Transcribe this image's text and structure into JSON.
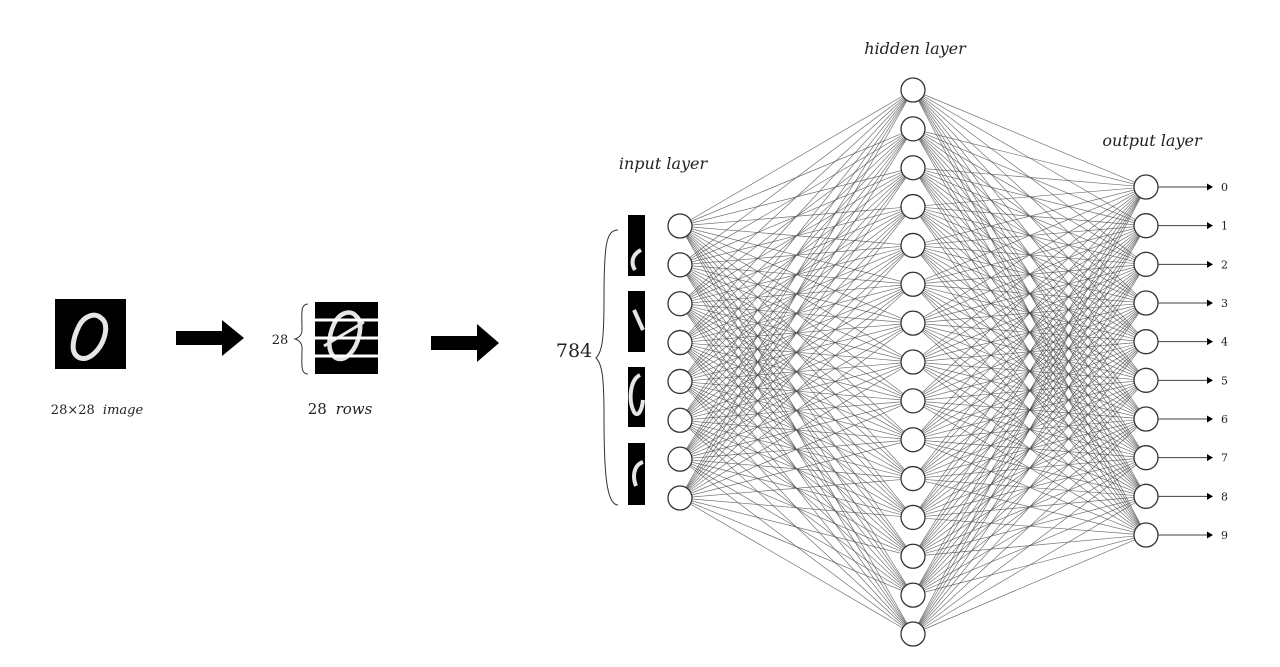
{
  "image_step": {
    "label_number": "28×28",
    "label_word": "image"
  },
  "rows_step": {
    "brace_label": "28",
    "label_number": "28",
    "label_word": "rows"
  },
  "input_layer": {
    "title": "input  layer",
    "brace_label": "784",
    "visible_nodes": 8
  },
  "hidden_layer": {
    "title": "hidden  layer",
    "visible_nodes": 15
  },
  "output_layer": {
    "title": "output  layer",
    "outputs": [
      "0",
      "1",
      "2",
      "3",
      "4",
      "5",
      "6",
      "7",
      "8",
      "9"
    ]
  },
  "colors": {
    "digit_background": "#000000",
    "digit_stroke": "#e8e8e8",
    "edge": "#444444",
    "node_stroke": "#333333",
    "arrow": "#000000"
  }
}
